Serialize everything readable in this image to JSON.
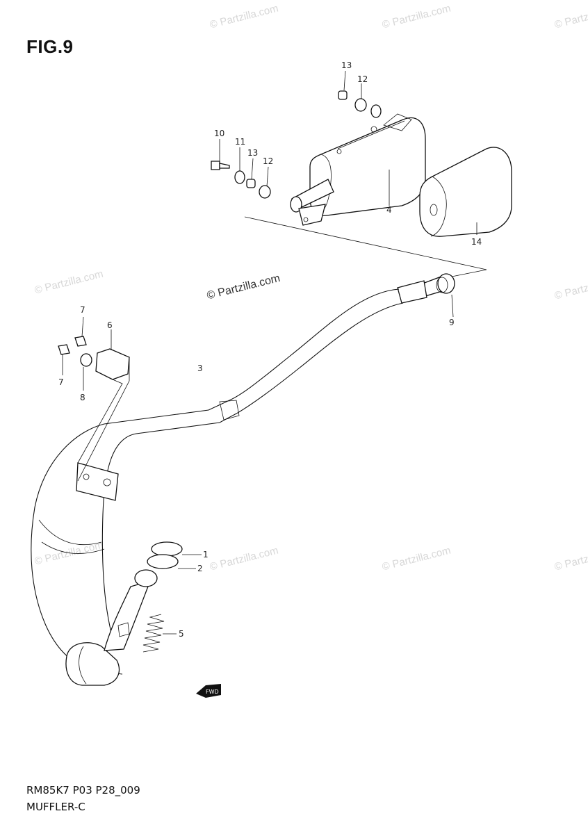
{
  "figure": {
    "title": "FIG.9",
    "code": "RM85K7 P03 P28_009",
    "name": "MUFFLER-C"
  },
  "watermark": {
    "text": "© Partzilla.com",
    "main_text": "© Partzilla.com"
  },
  "callouts": {
    "c1": "1",
    "c2": "2",
    "c3": "3",
    "c4": "4",
    "c5": "5",
    "c6": "6",
    "c7a": "7",
    "c7b": "7",
    "c8": "8",
    "c9": "9",
    "c10": "10",
    "c11": "11",
    "c12a": "12",
    "c12b": "12",
    "c13a": "13",
    "c13b": "13",
    "c14": "14"
  },
  "fwd_label": "FWD"
}
